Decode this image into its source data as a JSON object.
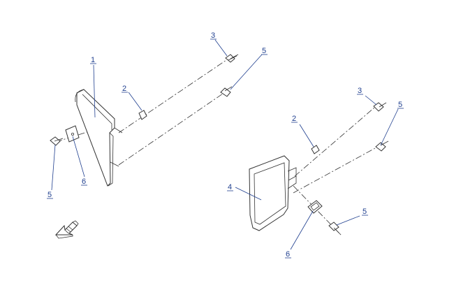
{
  "callouts": {
    "c1": "1",
    "c2a": "2",
    "c2b": "2",
    "c3a": "3",
    "c3b": "3",
    "c4": "4",
    "c5a": "5",
    "c5b": "5",
    "c5c": "5",
    "c5d": "5",
    "c6a": "6",
    "c6b": "6"
  },
  "colors": {
    "callout": "#1f3f8f",
    "line": "#333333",
    "background": "#ffffff"
  },
  "icons": {
    "orientation": "front-direction-arrow-icon"
  }
}
